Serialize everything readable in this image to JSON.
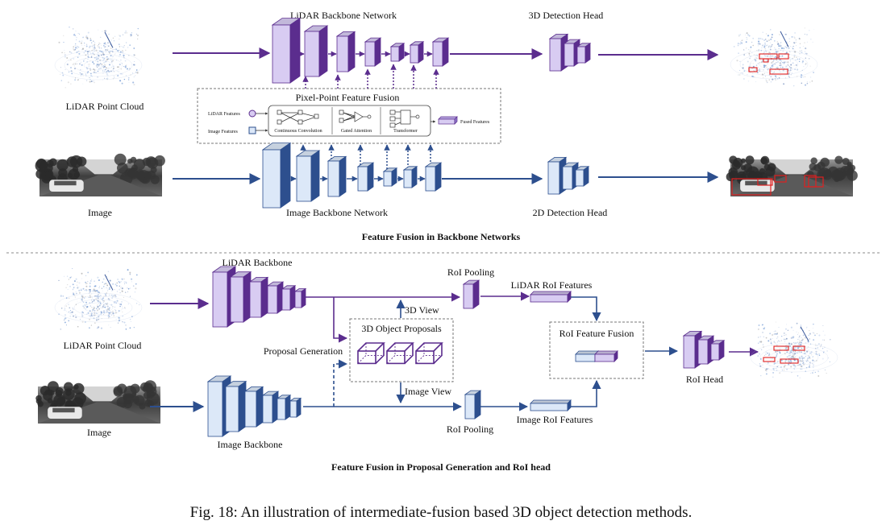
{
  "top_section": {
    "lidar_input_label": "LiDAR Point Cloud",
    "image_input_label": "Image",
    "lidar_backbone_title": "LiDAR Backbone Network",
    "image_backbone_title": "Image Backbone Network",
    "detection_3d_head_label": "3D Detection Head",
    "detection_2d_head_label": "2D Detection Head",
    "fusion_box_title": "Pixel-Point Feature Fusion",
    "fusion_lidar_features": "LiDAR Features",
    "fusion_image_features": "Image Features",
    "fusion_continuous_conv": "Continuous Convolution",
    "fusion_gated_attention": "Gated Attention",
    "fusion_transformer": "Transformer",
    "fusion_fused_features": "Fused Features",
    "section_caption": "Feature Fusion in Backbone Networks"
  },
  "bottom_section": {
    "lidar_input_label": "LiDAR Point Cloud",
    "image_input_label": "Image",
    "lidar_backbone_title": "LiDAR Backbone",
    "image_backbone_title": "Image Backbone",
    "roi_pooling_top": "RoI Pooling",
    "roi_pooling_bottom": "RoI Pooling",
    "lidar_roi_features": "LiDAR RoI Features",
    "image_roi_features": "Image RoI Features",
    "view_3d": "3D View",
    "view_image": "Image View",
    "proposals_title": "3D Object Proposals",
    "proposal_generation": "Proposal Generation",
    "roi_fusion_title": "RoI Feature Fusion",
    "roi_head": "RoI Head",
    "section_caption": "Feature Fusion in Proposal Generation and RoI head"
  },
  "figure_caption": "Fig. 18: An illustration of intermediate-fusion based 3D object detection methods.",
  "colors": {
    "lidar_purple": "#5b2d8e",
    "lidar_fill": "#d8ccf2",
    "image_blue": "#2d4f8e",
    "image_fill": "#dce8f8",
    "bbox_red": "#e02020"
  }
}
